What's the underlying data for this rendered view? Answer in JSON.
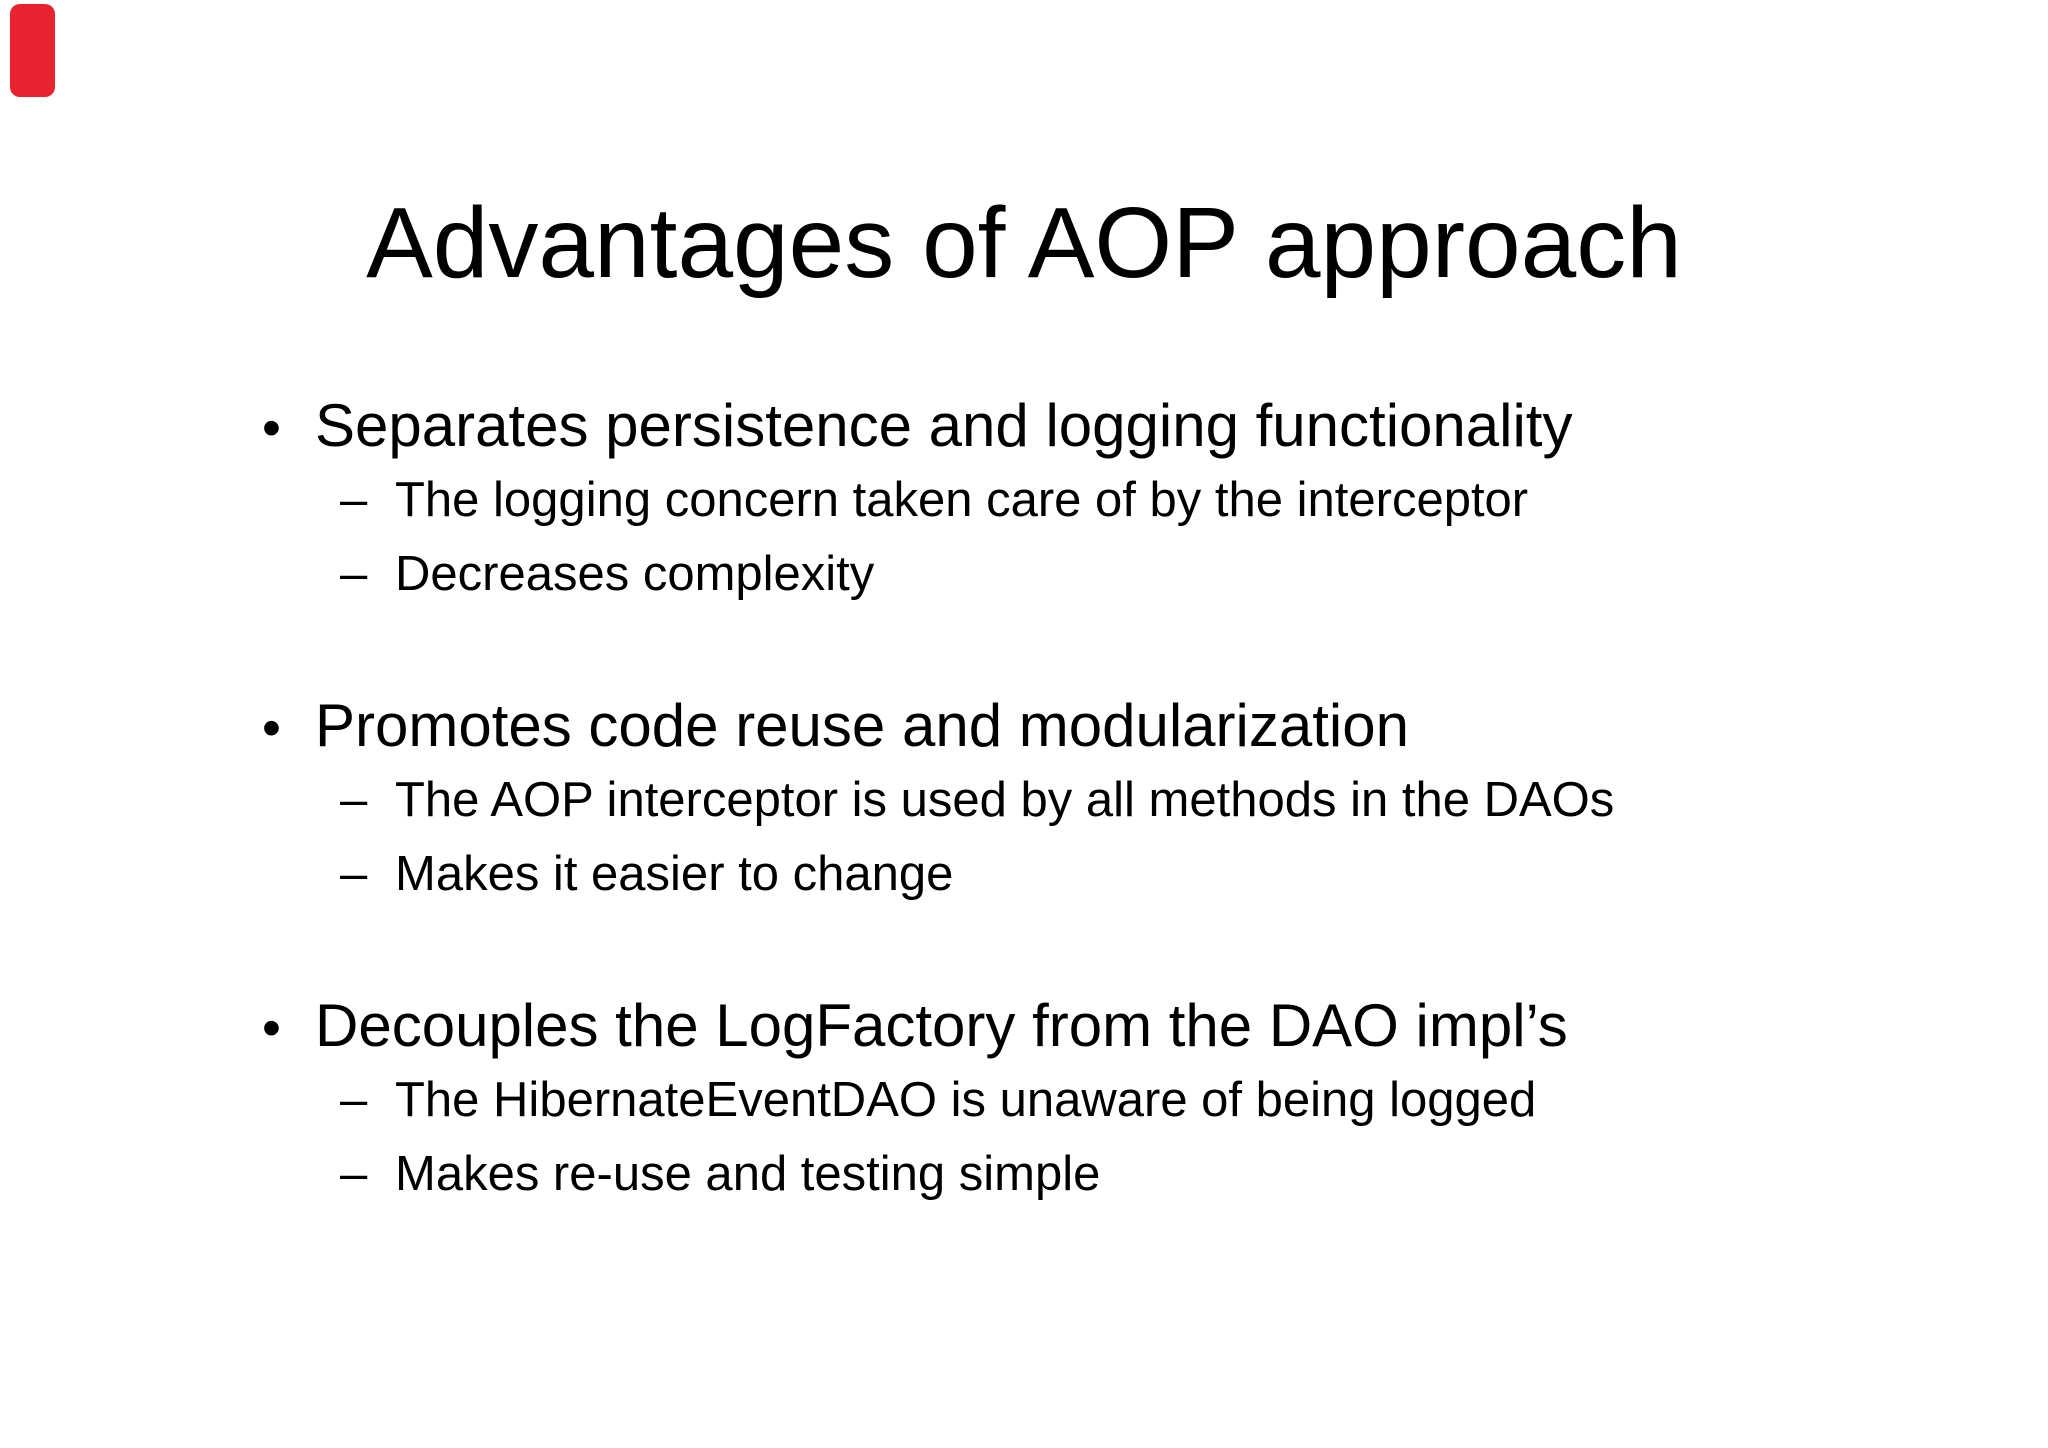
{
  "title": "Advantages of AOP approach",
  "markers": {
    "level1": "•",
    "level2": "–"
  },
  "bullets": [
    {
      "text": "Separates persistence and logging functionality",
      "sub": [
        "The logging concern taken care of by the interceptor",
        "Decreases complexity"
      ]
    },
    {
      "text": "Promotes code reuse and modularization",
      "sub": [
        "The AOP interceptor is used by all methods in the DAOs",
        "Makes it easier to change"
      ]
    },
    {
      "text": "Decouples the LogFactory from the DAO impl’s",
      "sub": [
        "The HibernateEventDAO is unaware of being logged",
        "Makes re-use and testing simple"
      ]
    }
  ],
  "decorations": {
    "red_bar": {
      "color": "#e82330"
    }
  },
  "colors": {
    "background": "#ffffff",
    "text": "#000000"
  }
}
